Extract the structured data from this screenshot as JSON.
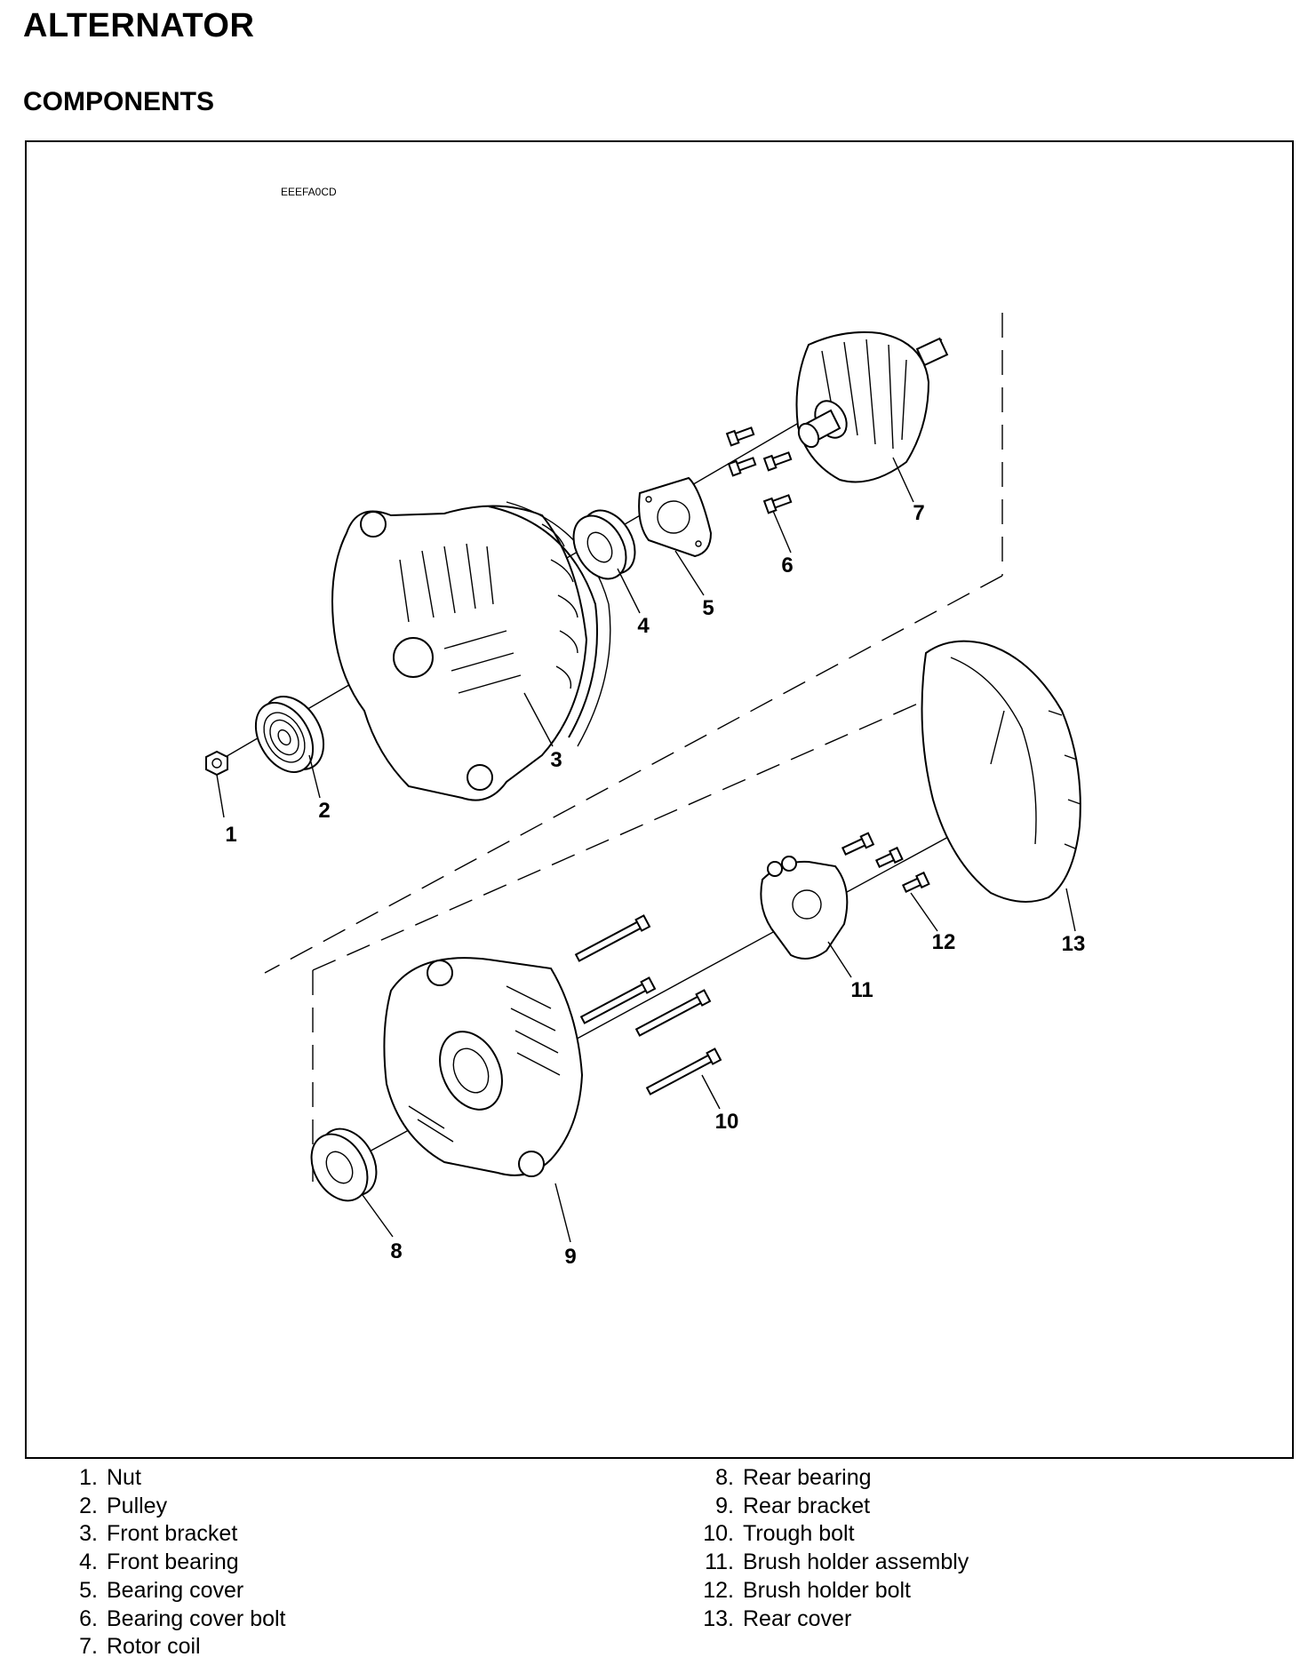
{
  "header": {
    "title": "ALTERNATOR",
    "subtitle": "COMPONENTS",
    "code": "EEEFA0CD"
  },
  "callouts": [
    "1",
    "2",
    "3",
    "4",
    "5",
    "6",
    "7",
    "8",
    "9",
    "10",
    "11",
    "12",
    "13"
  ],
  "legend_left": [
    {
      "num": "1.",
      "label": "Nut"
    },
    {
      "num": "2.",
      "label": "Pulley"
    },
    {
      "num": "3.",
      "label": "Front bracket"
    },
    {
      "num": "4.",
      "label": "Front bearing"
    },
    {
      "num": "5.",
      "label": "Bearing cover"
    },
    {
      "num": "6.",
      "label": "Bearing cover bolt"
    },
    {
      "num": "7.",
      "label": "Rotor coil"
    }
  ],
  "legend_right": [
    {
      "num": "8.",
      "label": "Rear bearing"
    },
    {
      "num": "9.",
      "label": "Rear bracket"
    },
    {
      "num": "10.",
      "label": "Trough bolt"
    },
    {
      "num": "11.",
      "label": "Brush holder assembly"
    },
    {
      "num": "12.",
      "label": "Brush holder bolt"
    },
    {
      "num": "13.",
      "label": "Rear cover"
    }
  ]
}
